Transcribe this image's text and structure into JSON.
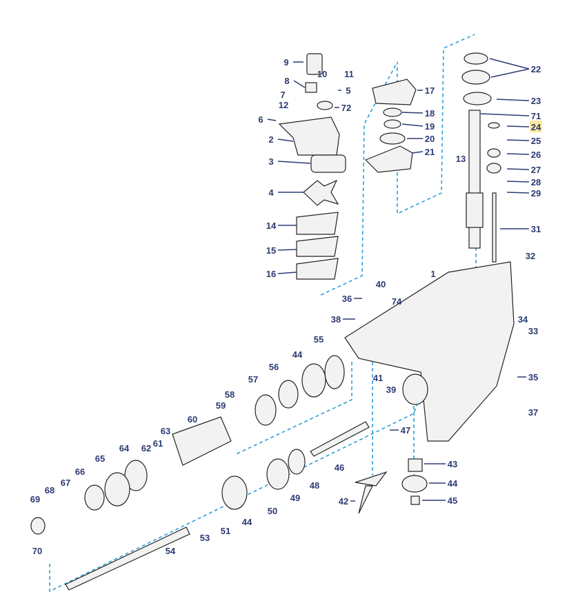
{
  "diagram": {
    "type": "exploded parts diagram",
    "highlighted_part": "24",
    "colors": {
      "label": "#2b3a72",
      "guide_line": "#2a9fd6",
      "highlight": "#fbe9a0"
    },
    "labels": [
      "9",
      "10",
      "11",
      "8",
      "5",
      "7",
      "12",
      "72",
      "6",
      "2",
      "3",
      "4",
      "14",
      "15",
      "16",
      "17",
      "18",
      "19",
      "20",
      "21",
      "22",
      "23",
      "71",
      "24",
      "25",
      "26",
      "27",
      "28",
      "29",
      "31",
      "32",
      "13",
      "1",
      "40",
      "36",
      "74",
      "38",
      "34",
      "33",
      "35",
      "37",
      "55",
      "44",
      "56",
      "57",
      "41",
      "39",
      "58",
      "59",
      "60",
      "63",
      "47",
      "64",
      "62",
      "61",
      "65",
      "43",
      "66",
      "46",
      "67",
      "44",
      "48",
      "68",
      "49",
      "69",
      "45",
      "42",
      "50",
      "44",
      "51",
      "53",
      "70",
      "54"
    ]
  }
}
